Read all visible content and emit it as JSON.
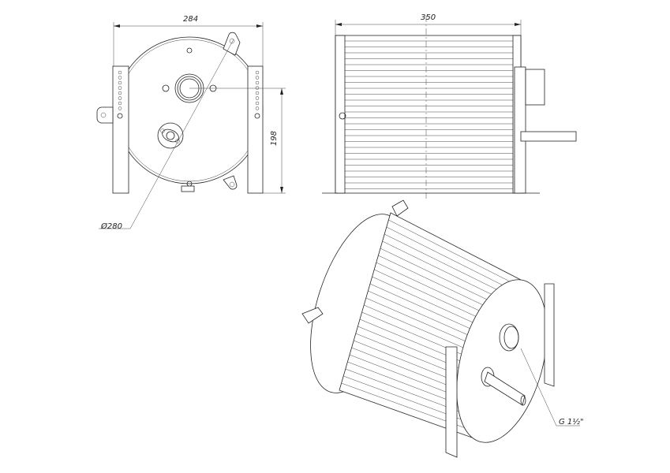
{
  "drawing": {
    "front_view": {
      "width_dim": "284",
      "center_height_dim": "198",
      "diameter_dim": "Ø280"
    },
    "side_view": {
      "length_dim": "350"
    },
    "iso_view": {
      "thread_label": "G 1½\""
    }
  }
}
